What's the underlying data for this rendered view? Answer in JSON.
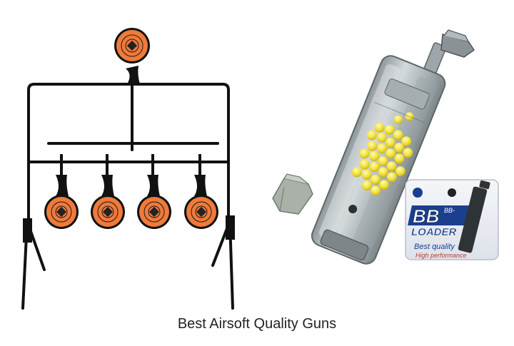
{
  "caption": "Best Airsoft Quality Guns",
  "package": {
    "title": "BB",
    "subtitle": "LOADER",
    "tag": "BB-",
    "line1": "Best quality",
    "line2": "High performance"
  },
  "colors": {
    "target_orange": "#f07a3a",
    "target_ring": "#1a1a1a",
    "frame": "#111111",
    "bb_yellow": "#f3e64a",
    "loader_body": "#b9c2c5",
    "package_blue": "#1a3f8c"
  }
}
